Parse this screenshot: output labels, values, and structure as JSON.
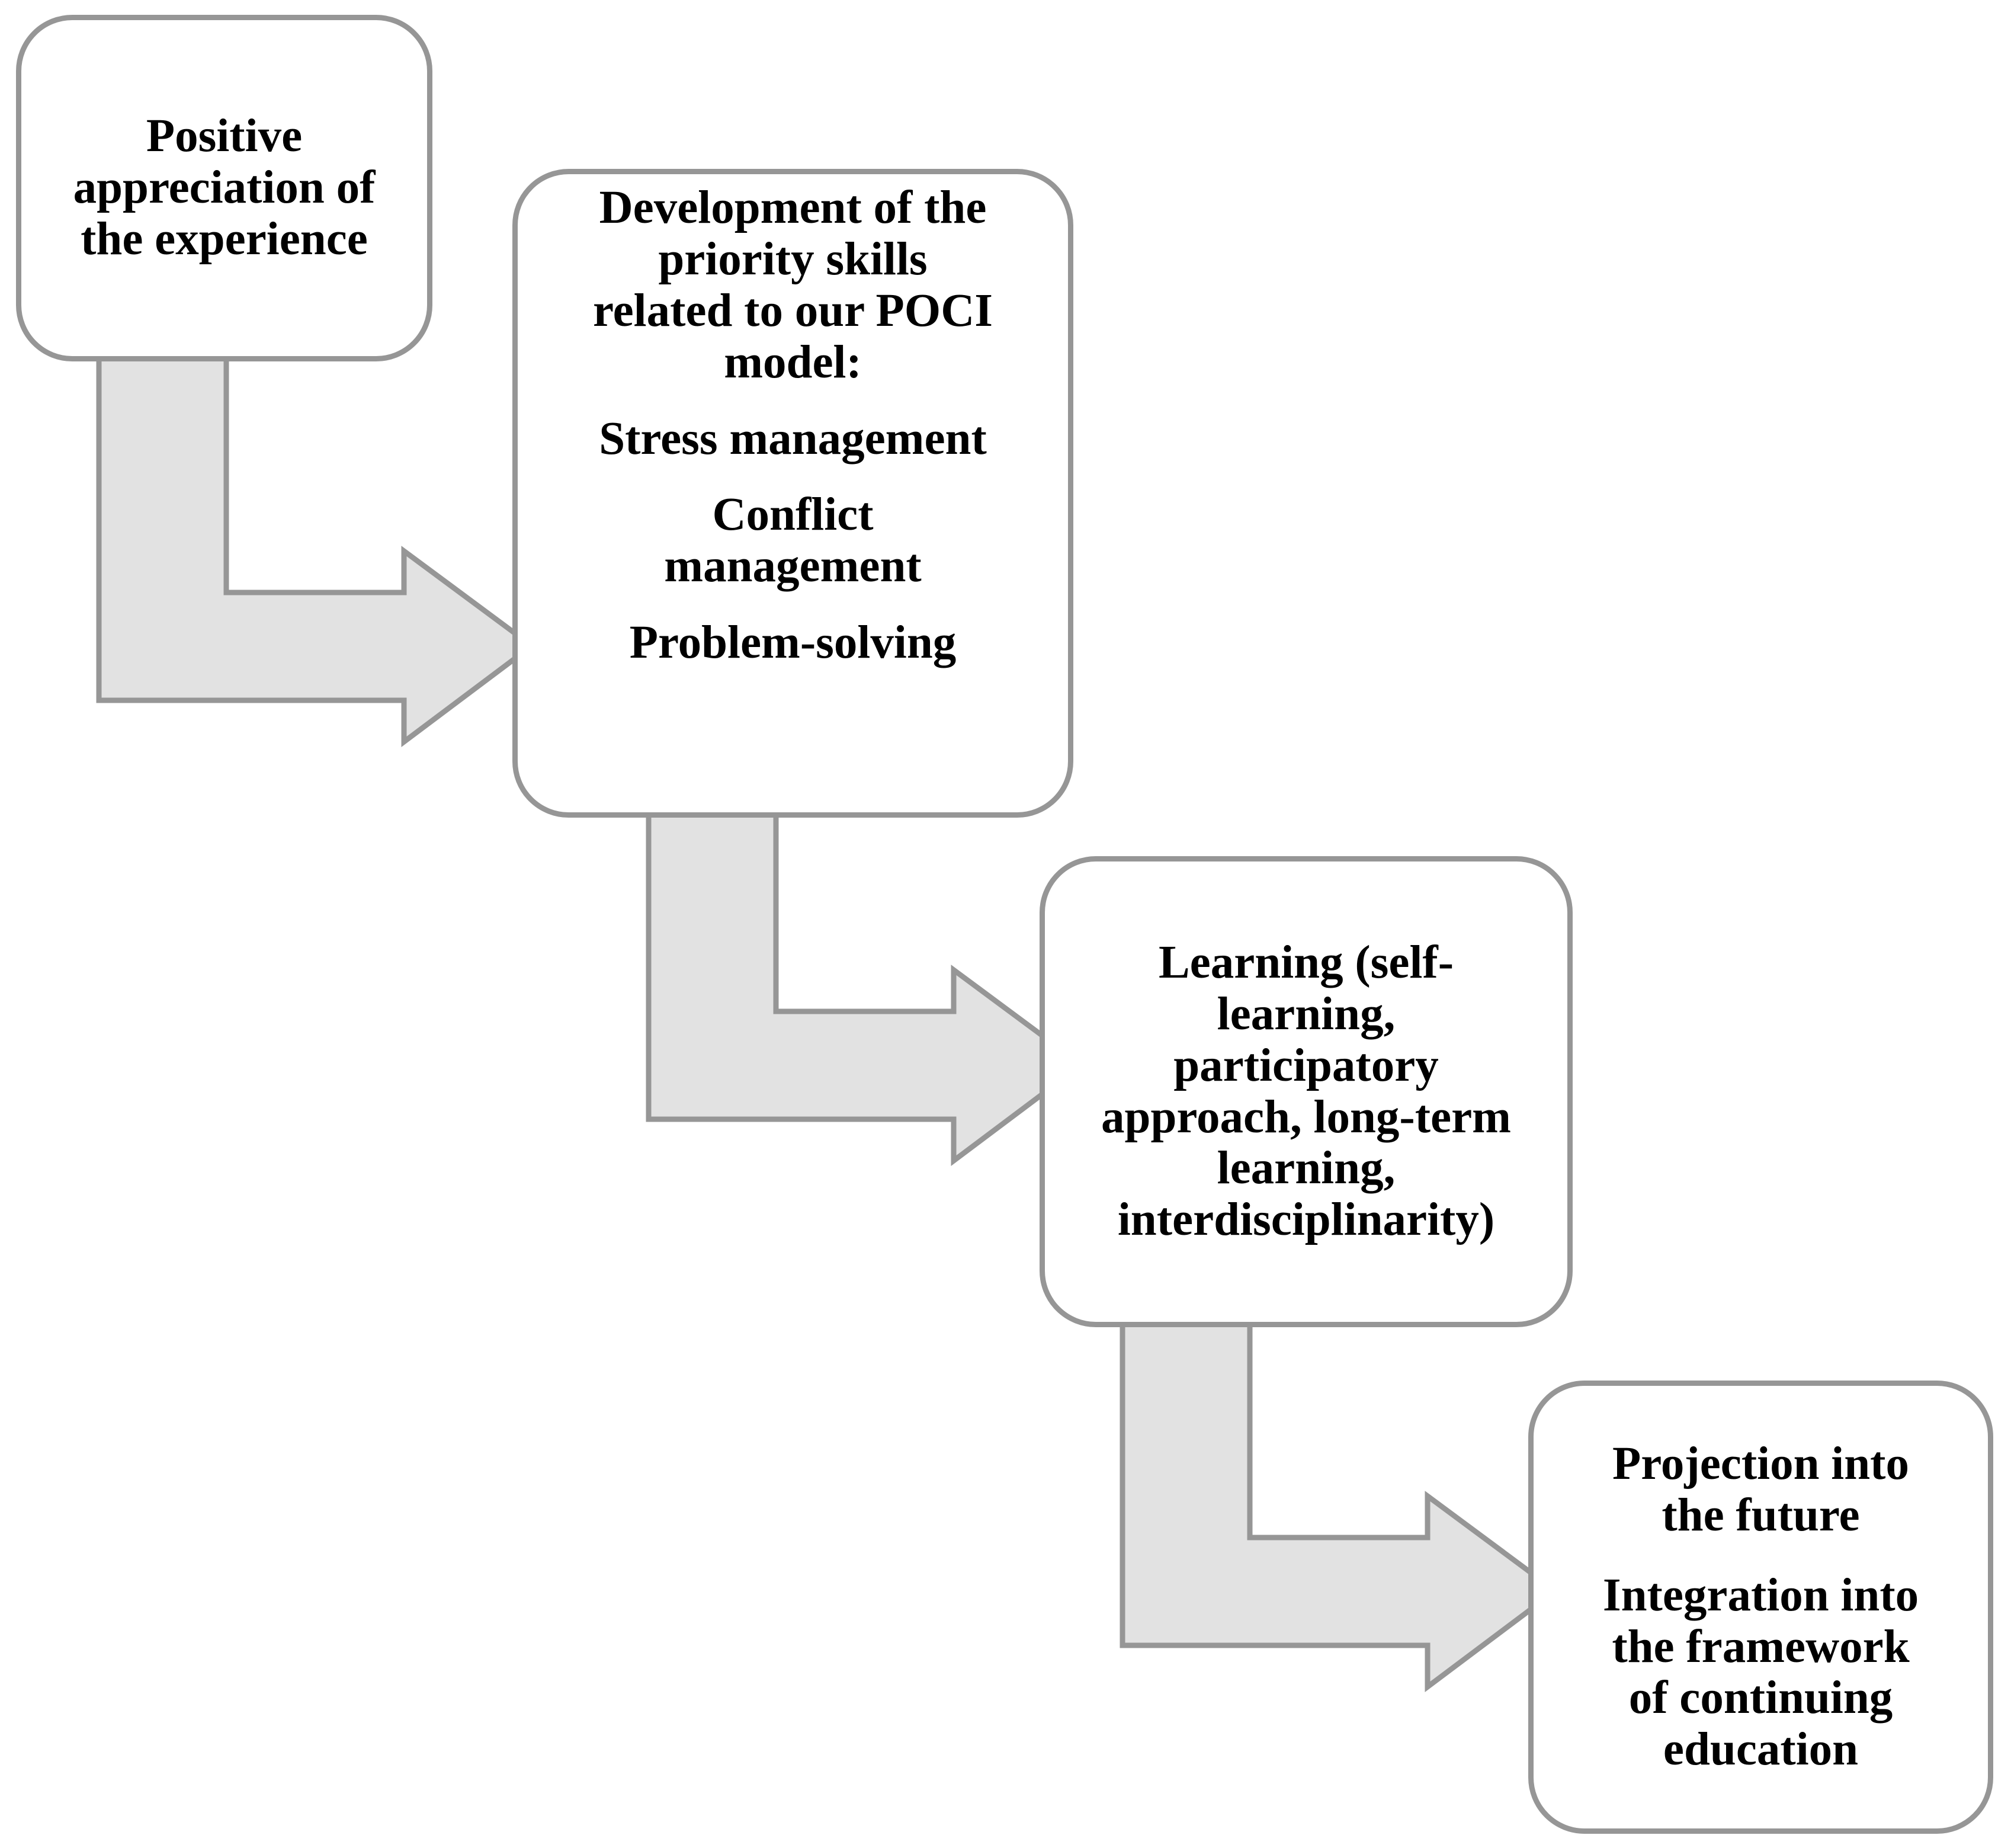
{
  "diagram": {
    "type": "flow-chart",
    "orientation": "descending-staircase",
    "palette": {
      "box_border": "#969696",
      "box_fill": "#FFFFFF",
      "arrow_fill": "#E2E2E2",
      "arrow_stroke": "#969696",
      "text": "#000000"
    },
    "nodes": [
      {
        "id": "positive-appreciation",
        "lines": [
          "Positive",
          "appreciation of",
          "the experience"
        ]
      },
      {
        "id": "priority-skills",
        "lines": [
          "Development of the",
          "priority skills",
          "related to our POCI",
          "model:"
        ],
        "items": [
          "Stress management",
          "Conflict",
          "management",
          "Problem-solving"
        ]
      },
      {
        "id": "learning",
        "lines": [
          "Learning (self-",
          "learning,",
          "participatory",
          "approach, long-term",
          "learning,",
          "interdisciplinarity)"
        ]
      },
      {
        "id": "projection",
        "lines": [
          "Projection into",
          "the future"
        ],
        "lines2": [
          "Integration into",
          "the framework",
          "of continuing",
          "education"
        ]
      }
    ],
    "connectors": [
      {
        "id": "arrow-1",
        "from": "positive-appreciation",
        "to": "priority-skills",
        "shape": "bent-arrow-down-right"
      },
      {
        "id": "arrow-2",
        "from": "priority-skills",
        "to": "learning",
        "shape": "bent-arrow-down-right"
      },
      {
        "id": "arrow-3",
        "from": "learning",
        "to": "projection",
        "shape": "bent-arrow-down-right"
      }
    ]
  },
  "boxes": {
    "positive_appreciation": {
      "line1": "Positive",
      "line2": "appreciation of",
      "line3": "the experience"
    },
    "priority_skills": {
      "heading1": "Development of the",
      "heading2": "priority skills",
      "heading3": "related to our POCI",
      "heading4": "model:",
      "skill1": "Stress management",
      "skill2a": "Conflict",
      "skill2b": "management",
      "skill3": "Problem-solving"
    },
    "learning": {
      "line1": "Learning (self-",
      "line2": "learning,",
      "line3": "participatory",
      "line4": "approach, long-term",
      "line5": "learning,",
      "line6": "interdisciplinarity)"
    },
    "projection": {
      "line1": "Projection into",
      "line2": "the future",
      "line3": "Integration into",
      "line4": "the framework",
      "line5": "of continuing",
      "line6": "education"
    }
  }
}
